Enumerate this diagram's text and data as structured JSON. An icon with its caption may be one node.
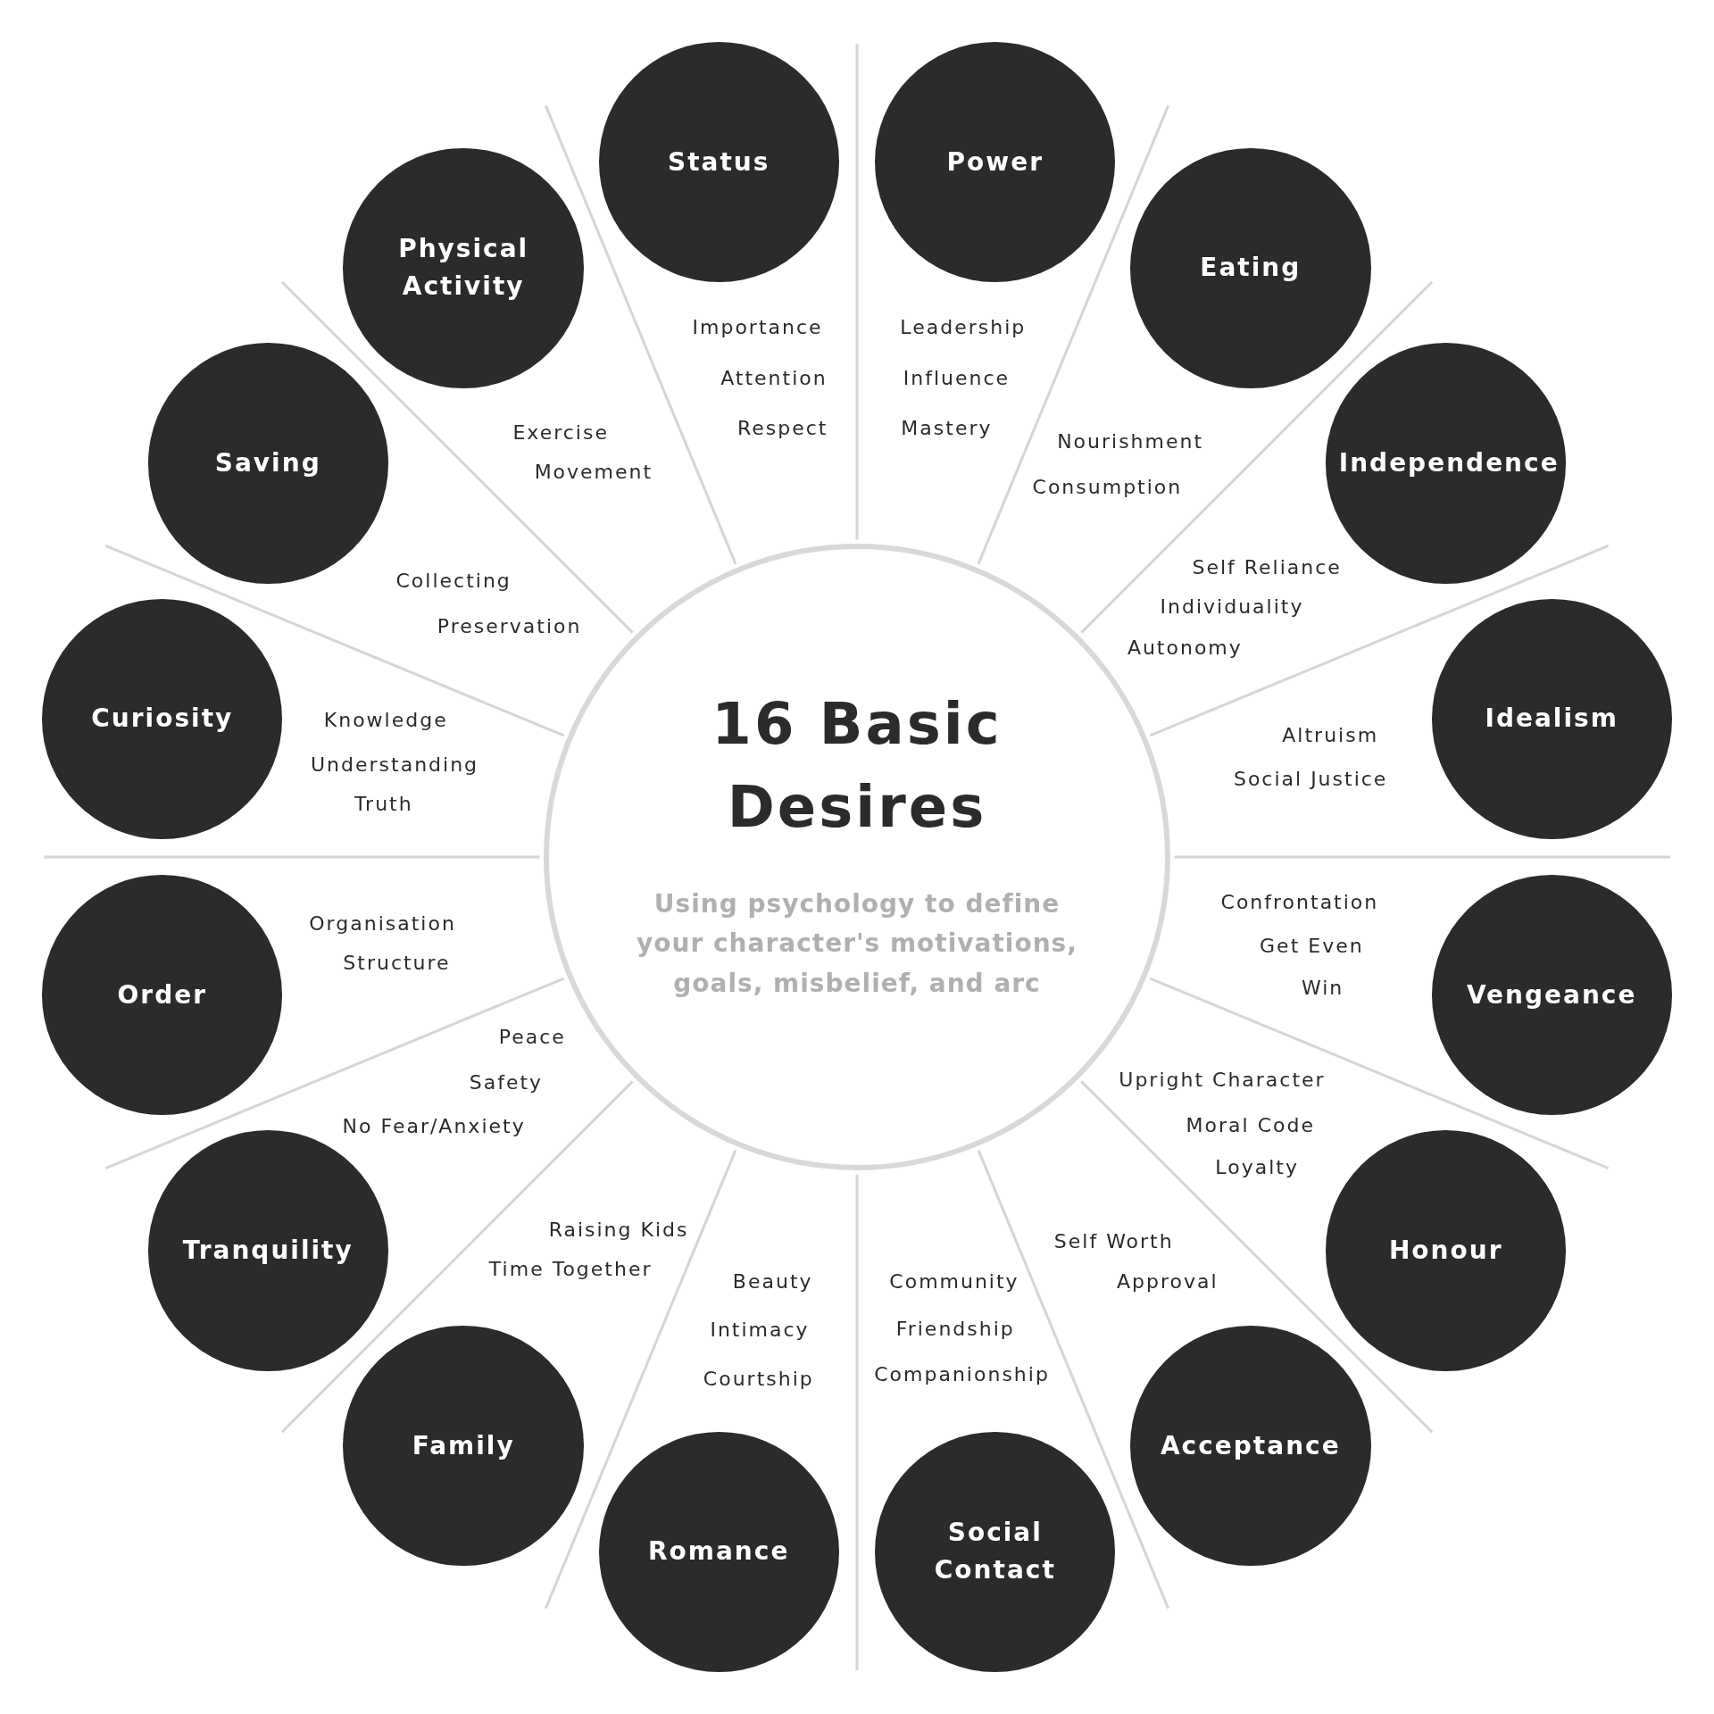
{
  "diagram": {
    "nodes": [
      {
        "text": [
          "16 Basic Desires",
          "Using psychology to define your character's motivations, goals, misbelief, and arc"
        ]
      },
      {
        "text": [
          "Status"
        ]
      },
      {
        "text": [
          "Power"
        ]
      },
      {
        "text": [
          "Eating"
        ]
      },
      {
        "text": [
          "Independence"
        ]
      },
      {
        "text": [
          "Idealism"
        ]
      },
      {
        "text": [
          "Vengeance"
        ]
      },
      {
        "text": [
          "Honour"
        ]
      },
      {
        "text": [
          "Acceptance"
        ]
      },
      {
        "text": [
          "Social Contact"
        ]
      },
      {
        "text": [
          "Romance"
        ]
      },
      {
        "text": [
          "Family"
        ]
      },
      {
        "text": [
          "Tranquility"
        ]
      },
      {
        "text": [
          "Order"
        ]
      },
      {
        "text": [
          "Curiosity"
        ]
      },
      {
        "text": [
          "Saving"
        ]
      },
      {
        "text": [
          "Physical Activity"
        ]
      }
    ],
    "labels": [
      "Importance",
      "Attention",
      "Respect",
      "Leadership",
      "Influence",
      "Mastery",
      "Nourishment",
      "Consumption",
      "Self Reliance",
      "Individuality",
      "Autonomy",
      "Altruism",
      "Social Justice",
      "Confrontation",
      "Get Even",
      "Win",
      "Upright Character",
      "Moral Code",
      "Loyalty",
      "Self Worth",
      "Approval",
      "Community",
      "Friendship",
      "Companionship",
      "Beauty",
      "Intimacy",
      "Courtship",
      "Raising Kids",
      "Time Together",
      "Peace",
      "Safety",
      "No Fear/Anxiety",
      "Organisation",
      "Structure",
      "Knowledge",
      "Understanding",
      "Truth",
      "Collecting",
      "Preservation",
      "Exercise",
      "Movement"
    ]
  }
}
